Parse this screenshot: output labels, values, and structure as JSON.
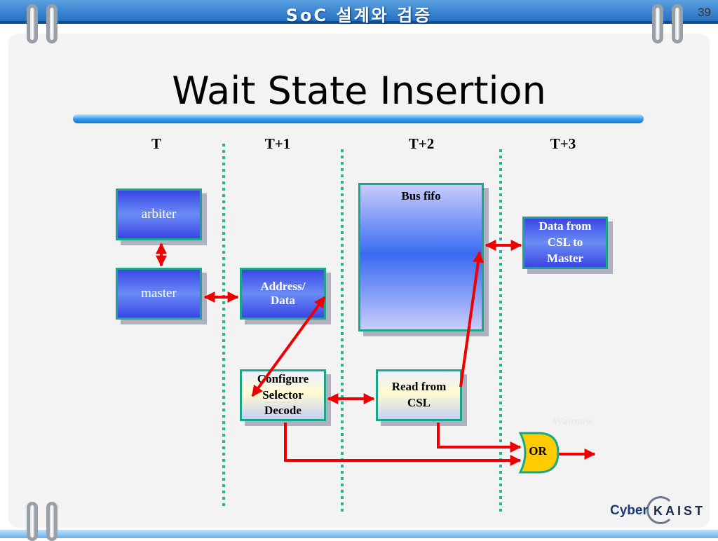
{
  "header": {
    "title": "SoC 설계와 검증",
    "page_number": "39"
  },
  "slide": {
    "title": "Wait State Insertion"
  },
  "timeline": [
    "T",
    "T+1",
    "T+2",
    "T+3"
  ],
  "blocks": {
    "arbiter": "arbiter",
    "master": "master",
    "address_data": "Address/\nData",
    "bus_fifo": "Bus fifo",
    "data_to_master": "Data from\nCSL to\nMaster",
    "config_decode": "Configure\nSelector\nDecode",
    "read_csl": "Read from\nCSL",
    "or_gate": "OR"
  },
  "faded_labels": {
    "master_shadow": "Master",
    "decode_shadow": "Decode",
    "waitnow": "Waitnow"
  },
  "logo": {
    "cyber": "Cyber",
    "kaist": "KAIST"
  },
  "colors": {
    "arrow": "#ee0000",
    "divider": "#20b890",
    "box_border": "#18a888",
    "or_fill": "#ffcc00"
  }
}
